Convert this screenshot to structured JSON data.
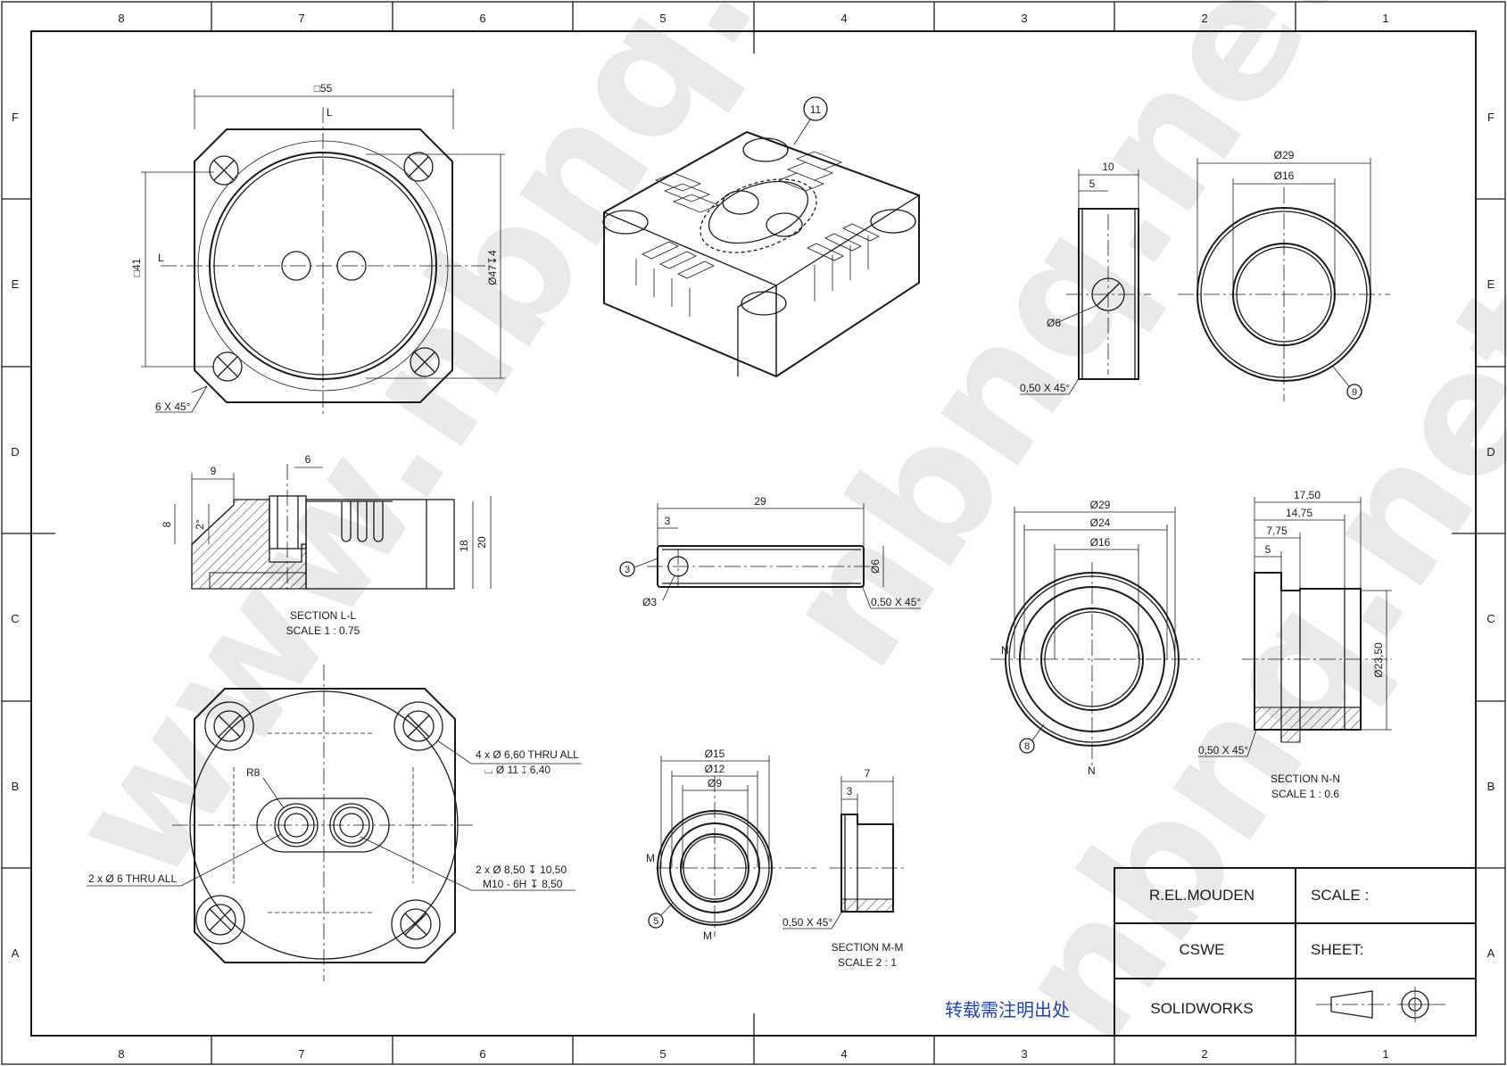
{
  "zones": {
    "cols": [
      "8",
      "7",
      "6",
      "5",
      "4",
      "3",
      "2",
      "1"
    ],
    "rows": [
      "F",
      "E",
      "D",
      "C",
      "B",
      "A"
    ]
  },
  "watermark": {
    "text_main": "www.nbnq.net",
    "text_secondary": "nbnq.net",
    "colors": [
      "#e53935",
      "#fb8c00",
      "#fdd835",
      "#43a047",
      "#1e88e5",
      "#8e24aa"
    ]
  },
  "notice": {
    "text": "转载需注明出处",
    "color": "#1c3fd8"
  },
  "title_block": {
    "author": "R.EL.MOUDEN",
    "school": "CSWE",
    "software": "SOLIDWORKS",
    "scale_label": "SCALE :",
    "sheet_label": "SHEET:",
    "projection_symbol": "third-angle-projection-icon"
  },
  "views": {
    "top": {
      "dim_width": "□55",
      "dim_height": "□41",
      "dim_diameter": "Ø47↧4",
      "section_mark": "L",
      "chamfer": "6 X 45°"
    },
    "isometric": {
      "balloon": "11"
    },
    "section_ll": {
      "dims": {
        "d9": "9",
        "d6": "6",
        "d8": "8",
        "d2": "2°",
        "d18": "18",
        "d20": "20"
      },
      "title": "SECTION L-L",
      "scale": "SCALE 1 : 0.75"
    },
    "bottom": {
      "r8": "R8",
      "thru4_line1": "4 x Ø 6,60 THRU ALL",
      "thru4_line2": "⌴ Ø 11 ↧ 6,40",
      "thru2": "2 x Ø 6 THRU ALL",
      "tap_line1": "2 x Ø 8,50 ↧ 10,50",
      "tap_line2": "M10 - 6H ↧ 8,50"
    },
    "pin": {
      "len29": "29",
      "d3": "3",
      "dia6": "Ø6",
      "dia3": "Ø3",
      "chamfer": "0,50 X 45°",
      "balloon": "3"
    },
    "washer_side": {
      "d10": "10",
      "d5": "5",
      "dia6": "Ø6",
      "chamfer": "0,50 X 45°"
    },
    "washer_front": {
      "dia29": "Ø29",
      "dia16": "Ø16",
      "balloon": "9"
    },
    "flange_front": {
      "dia29": "Ø29",
      "dia24": "Ø24",
      "dia16": "Ø16",
      "mark": "N",
      "balloon": "8"
    },
    "flange_section": {
      "d1750": "17,50",
      "d1475": "14,75",
      "d775": "7,75",
      "d5": "5",
      "dia2350": "Ø23,50",
      "chamfer": "0,50 X 45°",
      "title": "SECTION N-N",
      "scale": "SCALE 1 : 0.6"
    },
    "bush_front": {
      "dia15": "Ø15",
      "dia12": "Ø12",
      "dia9": "Ø9",
      "mark": "M",
      "balloon": "5"
    },
    "bush_section": {
      "d7": "7",
      "d3": "3",
      "chamfer": "0,50 X 45°",
      "title": "SECTION M-M",
      "scale": "SCALE 2 : 1"
    }
  }
}
